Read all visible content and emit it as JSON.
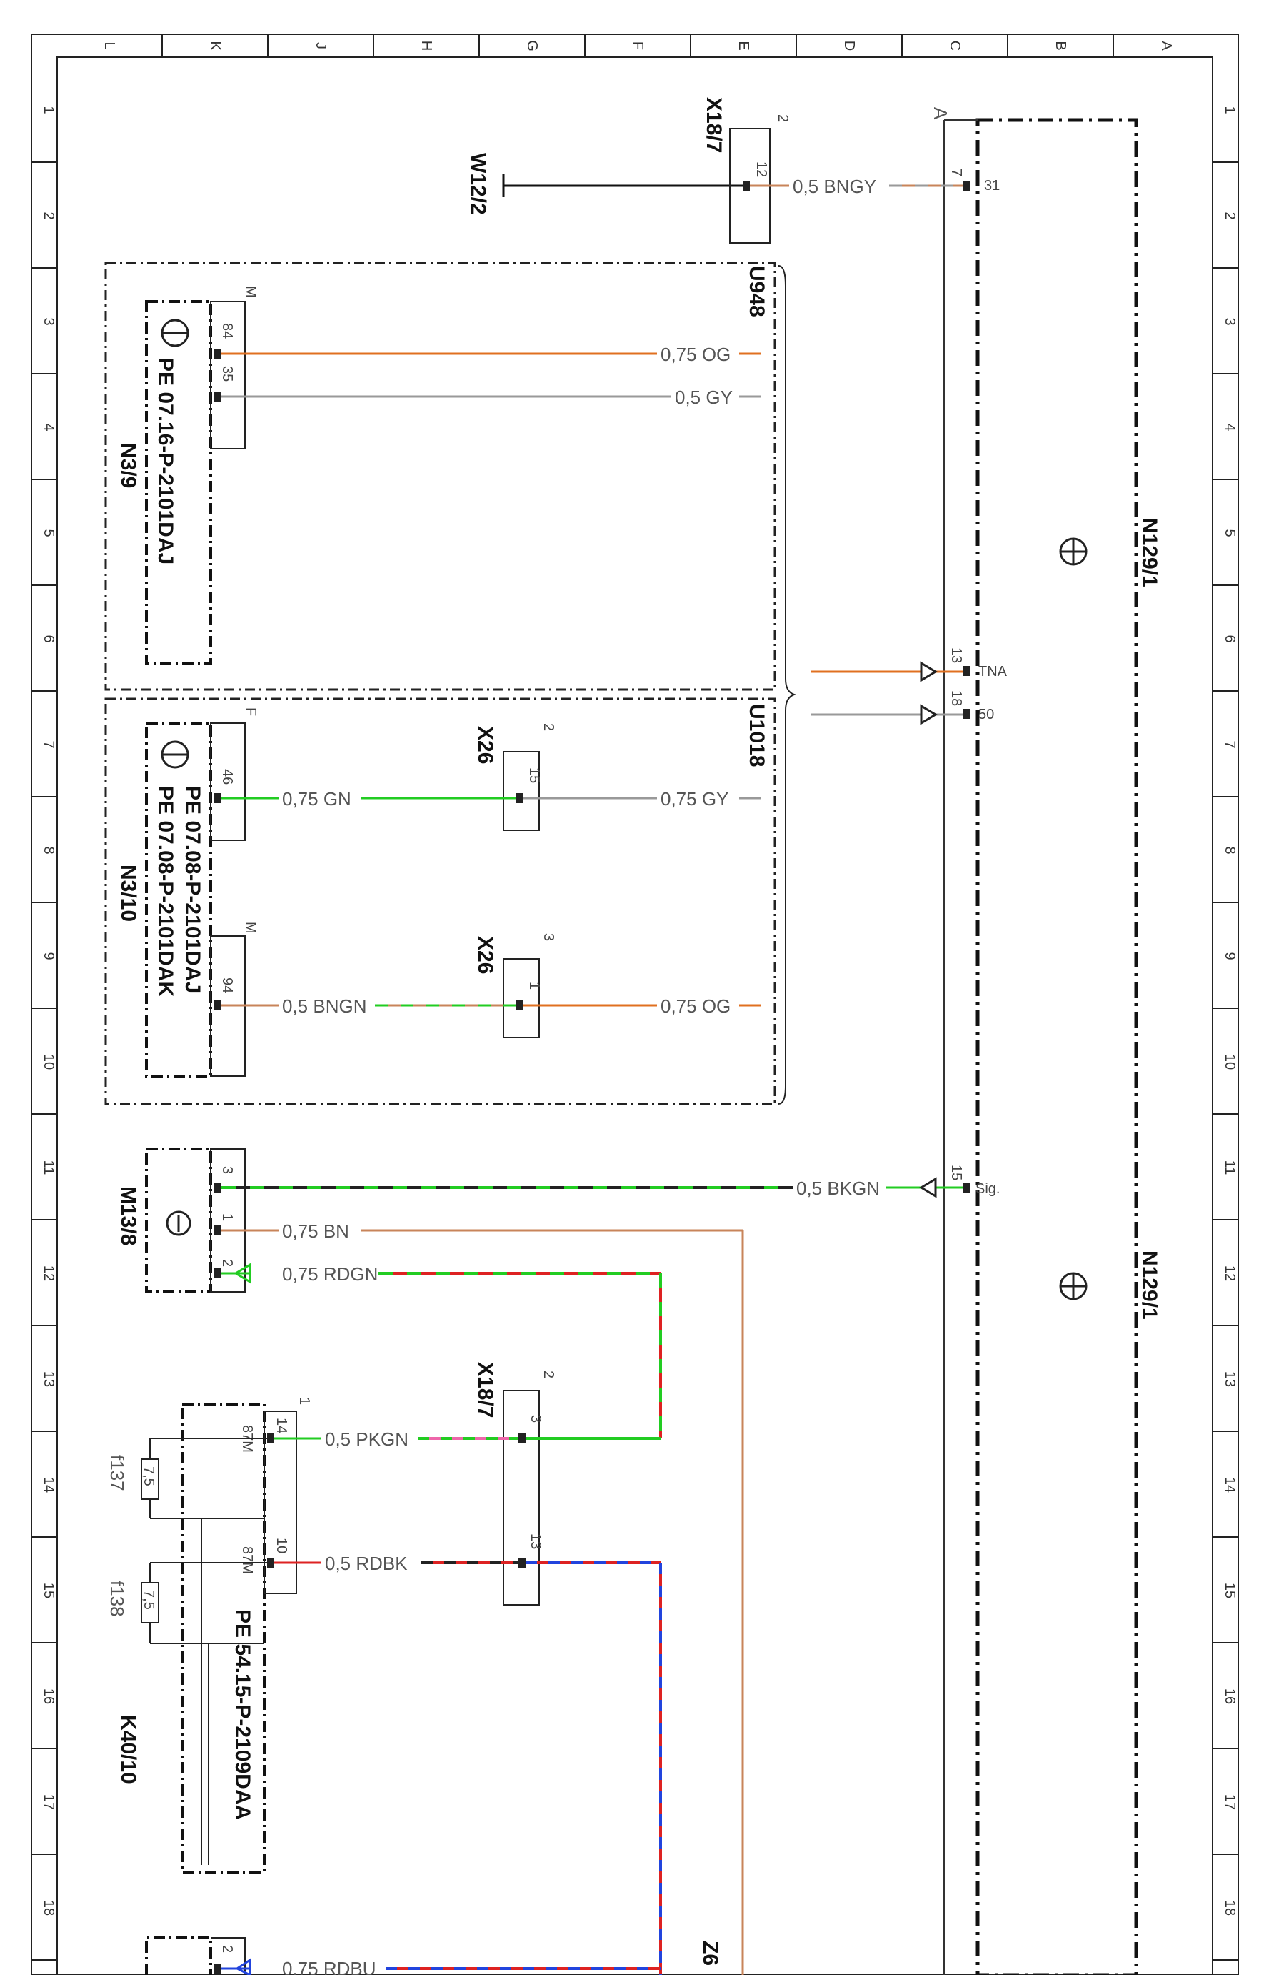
{
  "frame": {
    "columns": [
      "L",
      "K",
      "J",
      "H",
      "G",
      "F",
      "E",
      "D",
      "C",
      "B",
      "A"
    ],
    "rows": [
      "1",
      "2",
      "3",
      "4",
      "5",
      "6",
      "7",
      "8",
      "9",
      "10",
      "11",
      "12",
      "13",
      "14",
      "15",
      "16",
      "17",
      "18"
    ]
  },
  "components": {
    "w12_2": "W12/2",
    "x18_7_top": "X18/7",
    "x18_7_top_pin": "2",
    "x18_7_top_contact": "12",
    "u948": "U948",
    "u1018": "U1018",
    "n3_9": "N3/9",
    "n3_9_pin_group": "M",
    "n3_9_pins": [
      "84",
      "35"
    ],
    "n3_9_ref": "PE 07.16-P-2101DAJ",
    "n3_10": "N3/10",
    "n3_10_pin_group_f": "F",
    "n3_10_pin_group_m": "M",
    "n3_10_pins": [
      "46",
      "94"
    ],
    "n3_10_ref1": "PE 07.08-P-2101DAJ",
    "n3_10_ref2": "PE 07.08-P-2101DAK",
    "x26_a": "X26",
    "x26_a_pin": "2",
    "x26_a_contact": "15",
    "x26_b": "X26",
    "x26_b_pin": "3",
    "x26_b_contact": "1",
    "m13_8": "M13/8",
    "m13_8_pins": [
      "3",
      "1",
      "2"
    ],
    "x18_7_bot": "X18/7",
    "x18_7_bot_pin": "2",
    "x18_7_bot_contacts": [
      "3",
      "13"
    ],
    "k40_10": "K40/10",
    "k40_10_pin": "1",
    "k40_10_contacts": [
      "14",
      "10"
    ],
    "k40_10_relays": [
      "87M",
      "87M"
    ],
    "k40_10_ref": "PE 54.15-P-2109DAA",
    "f137": "f137",
    "f138": "f138",
    "fuse_rating": "7,5",
    "n129_1_top": "N129/1",
    "n129_1_bot": "N129/1",
    "n129_1_label_a": "A",
    "n129_pins": [
      {
        "num": "7",
        "name": "31"
      },
      {
        "num": "13",
        "name": "TNA"
      },
      {
        "num": "18",
        "name": "50"
      },
      {
        "num": "15",
        "name": "Sig."
      }
    ],
    "z6": "Z6",
    "bottom_pin": "2"
  },
  "wires": [
    {
      "label": "0,5 BNGY",
      "colors": [
        "#c8845a",
        "#999999"
      ]
    },
    {
      "label": "0,75 OG",
      "colors": [
        "#e07020"
      ]
    },
    {
      "label": "0,5 GY",
      "colors": [
        "#999999"
      ]
    },
    {
      "label": "0,75 GN",
      "colors": [
        "#22cc22"
      ]
    },
    {
      "label": "0,75 GY",
      "colors": [
        "#999999"
      ]
    },
    {
      "label": "0,5 BNGN",
      "colors": [
        "#c8845a",
        "#22cc22"
      ]
    },
    {
      "label": "0,75 OG",
      "colors": [
        "#e07020"
      ]
    },
    {
      "label": "0,5 BKGN",
      "colors": [
        "#222222",
        "#22cc22"
      ]
    },
    {
      "label": "0,75 BN",
      "colors": [
        "#c8845a"
      ]
    },
    {
      "label": "0,75 RDGN",
      "colors": [
        "#dd2222",
        "#22cc22"
      ]
    },
    {
      "label": "0,5 PKGN",
      "colors": [
        "#ee66aa",
        "#22cc22"
      ]
    },
    {
      "label": "0,5 RDBK",
      "colors": [
        "#dd2222",
        "#222222"
      ]
    },
    {
      "label": "0,75 RDBU",
      "colors": [
        "#dd2222",
        "#2244dd"
      ]
    }
  ],
  "colors": {
    "orange": "#e07020",
    "gray": "#999999",
    "green": "#22cc22",
    "brown": "#c8845a",
    "red": "#dd2222",
    "blue": "#2244dd",
    "black": "#222222",
    "pink": "#ee66aa"
  }
}
